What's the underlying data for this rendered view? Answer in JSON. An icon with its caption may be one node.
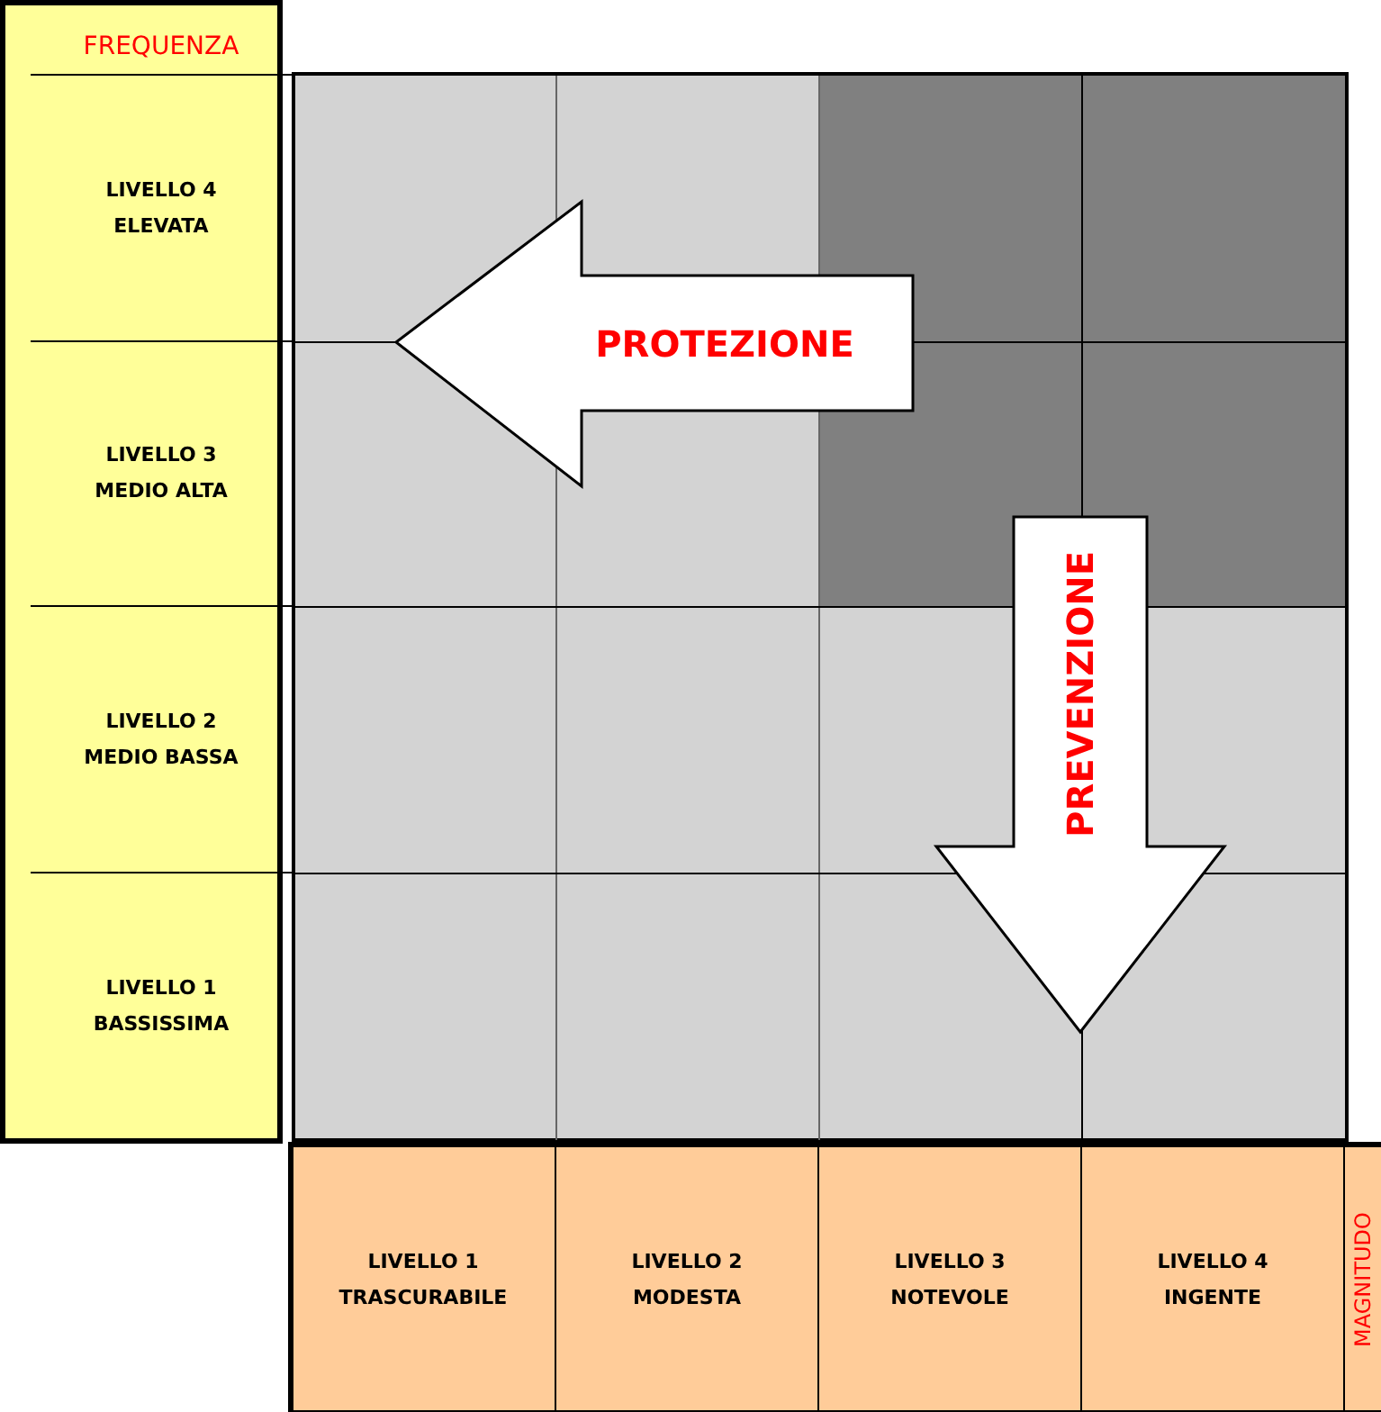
{
  "diagram": {
    "nodes": [
      {
        "text": [
          "PROTEZIONE"
        ]
      },
      {
        "text": [
          "PREVENZIONE"
        ]
      }
    ],
    "labels": [
      "FREQUENZA",
      "LIVELLO 4 ELEVATA",
      "LIVELLO 3 MEDIO ALTA",
      "LIVELLO 2 MEDIO BASSA",
      "LIVELLO 1 BASSISSIMA",
      "LIVELLO 1 TRASCURABILE",
      "LIVELLO 2 MODESTA",
      "LIVELLO 3 NOTEVOLE",
      "LIVELLO 4 INGENTE",
      "MAGNITUDO"
    ]
  }
}
